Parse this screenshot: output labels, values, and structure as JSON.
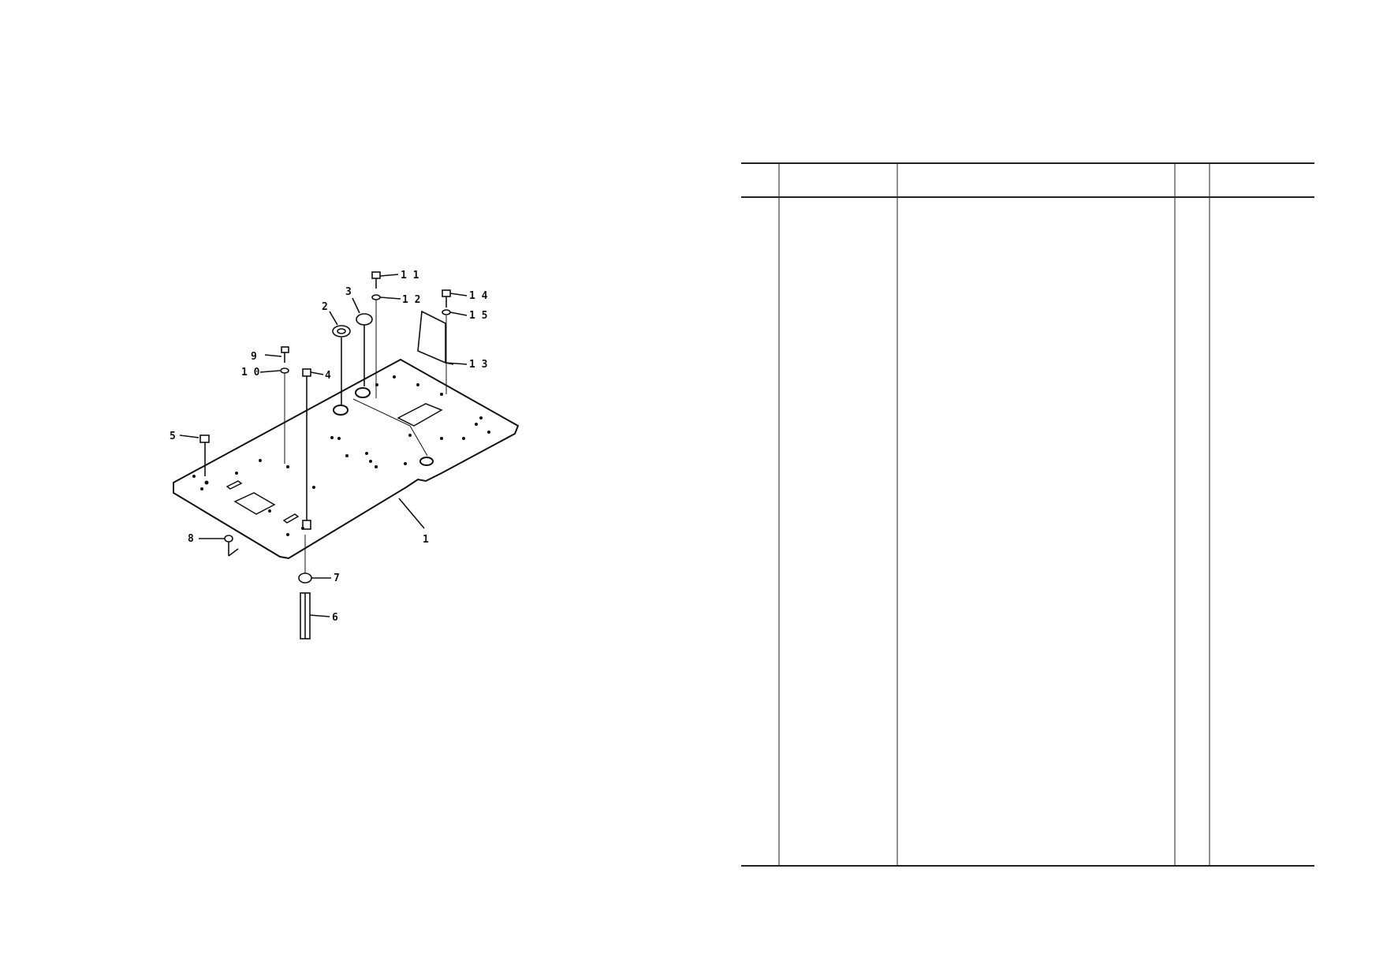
{
  "diagram": {
    "callouts": [
      {
        "id": "callout-1",
        "label": "1"
      },
      {
        "id": "callout-2",
        "label": "2"
      },
      {
        "id": "callout-3",
        "label": "3"
      },
      {
        "id": "callout-4",
        "label": "4"
      },
      {
        "id": "callout-5",
        "label": "5"
      },
      {
        "id": "callout-6",
        "label": "6"
      },
      {
        "id": "callout-7",
        "label": "7"
      },
      {
        "id": "callout-8",
        "label": "8"
      },
      {
        "id": "callout-9",
        "label": "9"
      },
      {
        "id": "callout-10",
        "label": "1 0"
      },
      {
        "id": "callout-11",
        "label": "1 1"
      },
      {
        "id": "callout-12",
        "label": "1 2"
      },
      {
        "id": "callout-13",
        "label": "1 3"
      },
      {
        "id": "callout-14",
        "label": "1 4"
      },
      {
        "id": "callout-15",
        "label": "1 5"
      }
    ]
  },
  "parts_table": {
    "columns": 5,
    "rows": []
  }
}
